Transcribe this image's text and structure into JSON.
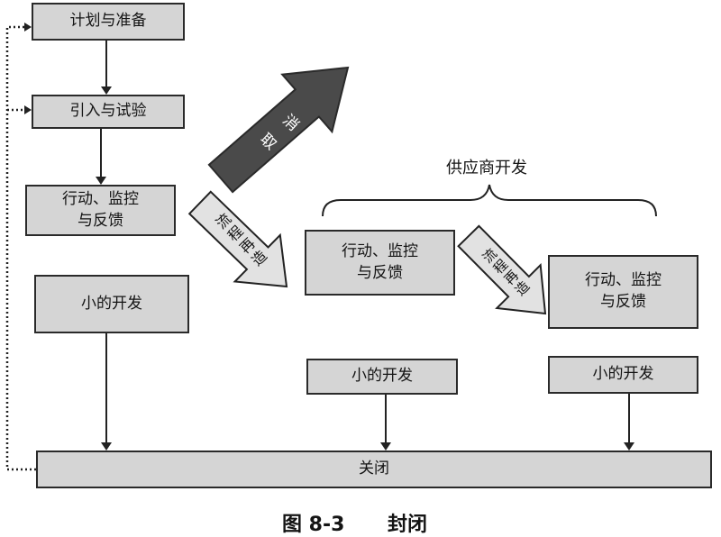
{
  "left_column": {
    "plan": "计划与准备",
    "pilot": "引入与试验",
    "action": {
      "line1": "行动、监控",
      "line2": "与反馈"
    },
    "small_dev": "小的开发"
  },
  "arrows": {
    "cancel_chars": [
      "消",
      "取"
    ],
    "reengineer_left": "流程再造",
    "reengineer_right": "流程再造"
  },
  "supplier": {
    "label": "供应商开发",
    "action_left": {
      "line1": "行动、监控",
      "line2": "与反馈"
    },
    "action_right": {
      "line1": "行动、监控",
      "line2": "与反馈"
    },
    "small_dev_left": "小的开发",
    "small_dev_right": "小的开发"
  },
  "closure": "关闭",
  "figure": {
    "caption_number": "图 8-3",
    "caption_title": "封闭"
  },
  "colors": {
    "box_fill": "#d5d5d5",
    "line": "#222222",
    "cancel_arrow_fill": "#4a4a4a",
    "reengineer_arrow_fill": "#e2e2e2"
  }
}
